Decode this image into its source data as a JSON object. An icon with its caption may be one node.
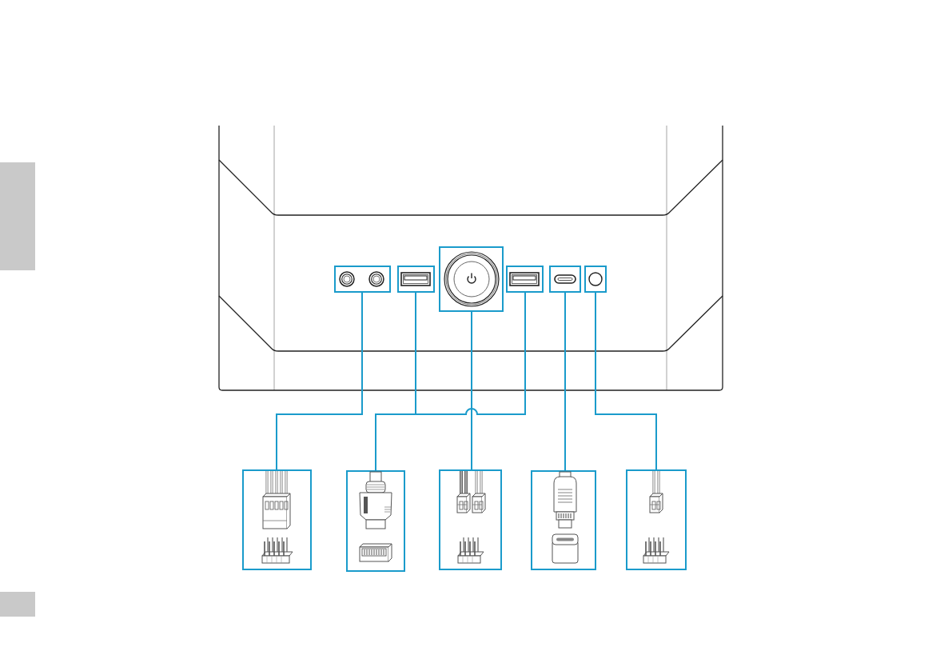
{
  "diagram": {
    "nodes": [
      {
        "text": [],
        "shape": "box"
      },
      {
        "text": [],
        "shape": "picture"
      },
      {
        "text": [],
        "shape": "picture"
      },
      {
        "text": [],
        "shape": "picture"
      },
      {
        "text": [],
        "shape": "picture"
      },
      {
        "text": [],
        "shape": "picture"
      },
      {
        "text": [],
        "shape": "picture"
      },
      {
        "text": [],
        "shape": "picture"
      },
      {
        "text": [],
        "shape": "picture"
      },
      {
        "text": [],
        "shape": "picture"
      },
      {
        "text": [],
        "shape": "picture"
      },
      {
        "text": [],
        "shape": "picture"
      },
      {
        "text": [],
        "shape": "box"
      }
    ],
    "edges": [
      {
        "from": 1,
        "to": 7,
        "arrow": "none"
      },
      {
        "from": 2,
        "to": 8,
        "arrow": "none"
      },
      {
        "from": 3,
        "to": 9,
        "arrow": "none"
      },
      {
        "from": 4,
        "to": 8,
        "arrow": "none"
      },
      {
        "from": 5,
        "to": 10,
        "arrow": "none"
      },
      {
        "from": 6,
        "to": 11,
        "arrow": "none"
      }
    ]
  }
}
